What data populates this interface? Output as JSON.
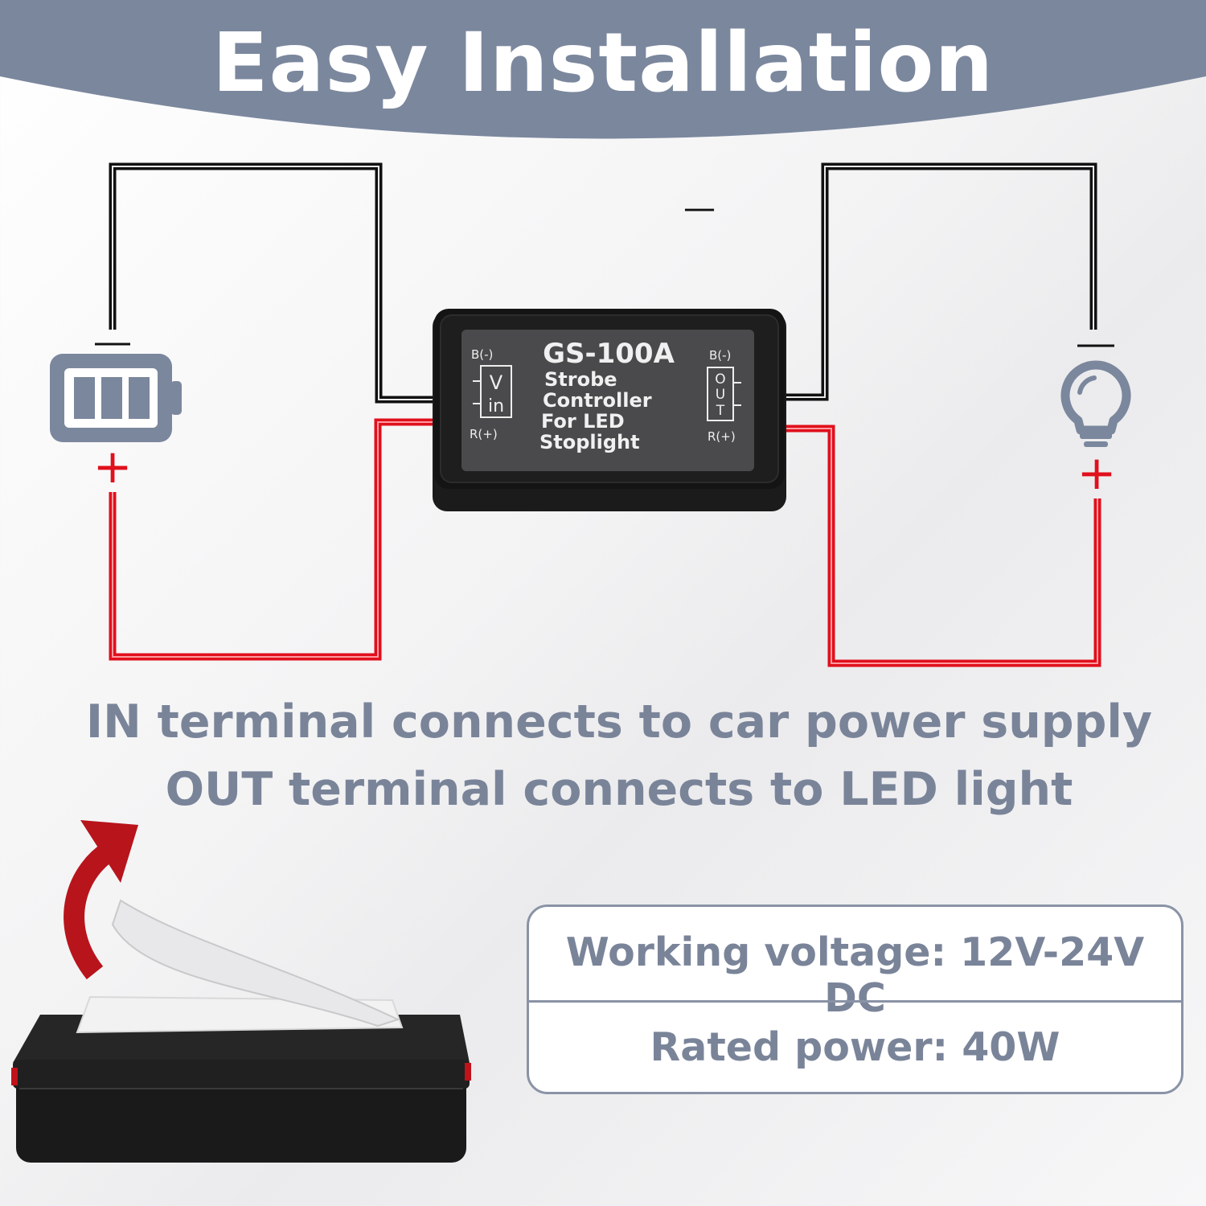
{
  "header": {
    "title": "Easy Installation"
  },
  "device": {
    "model": "GS-100A",
    "description_lines": [
      "Strobe",
      "Controller",
      "For LED",
      "Stoplight"
    ],
    "in_terminal": {
      "neg_label": "B(-)",
      "pos_label": "R(+)",
      "box_lines": [
        "V",
        "in"
      ]
    },
    "out_terminal": {
      "neg_label": "B(-)",
      "pos_label": "R(+)",
      "box_lines": [
        "O",
        "U",
        "T"
      ]
    }
  },
  "polarity": {
    "minus": "—",
    "plus": "+"
  },
  "captions": {
    "line1": "IN terminal connects to car power supply",
    "line2": "OUT terminal connects to LED light"
  },
  "specs": {
    "working_voltage": "Working voltage: 12V-24V DC",
    "rated_power": "Rated power: 40W"
  },
  "colors": {
    "banner": "#7b879d",
    "caption_text": "#7a8499",
    "wire_negative": "#111111",
    "wire_positive": "#e0101c",
    "icon": "#7b879d",
    "arrow": "#b8141c"
  },
  "icons": {
    "battery": "battery-icon",
    "bulb": "light-bulb-icon",
    "arrow": "curved-arrow-icon"
  }
}
